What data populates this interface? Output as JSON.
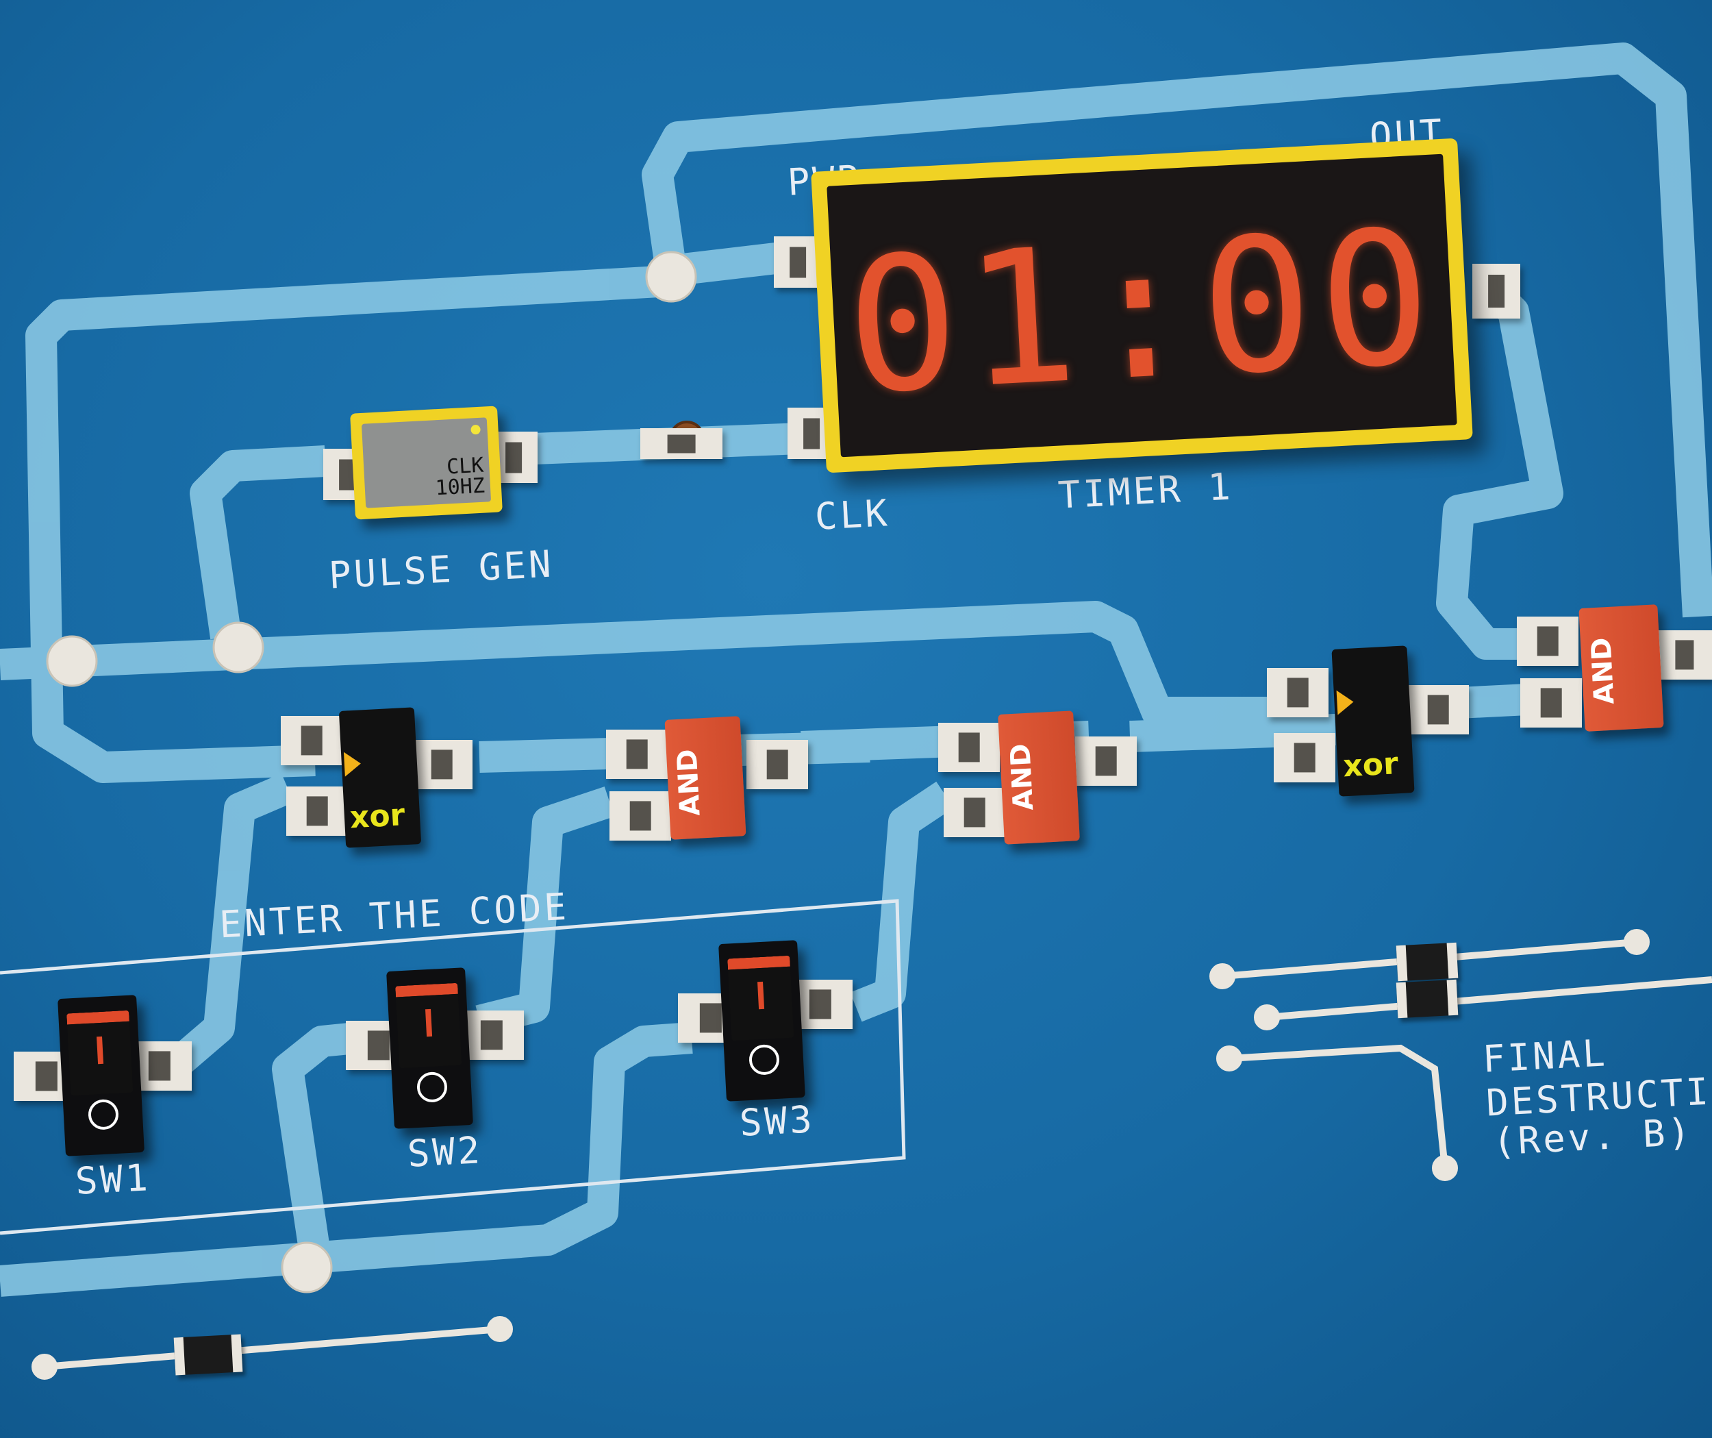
{
  "timer": {
    "display": "01:00",
    "label": "TIMER 1",
    "pwr_label": "PWR",
    "out_label": "OUT",
    "clk_label": "CLK"
  },
  "pulse_gen": {
    "label": "PULSE GEN",
    "chip_line1": "CLK",
    "chip_line2": "10HZ"
  },
  "code_panel": {
    "title": "ENTER THE CODE"
  },
  "switches": [
    {
      "label": "SW1",
      "state": "on"
    },
    {
      "label": "SW2",
      "state": "on"
    },
    {
      "label": "SW3",
      "state": "on"
    }
  ],
  "gates": [
    {
      "type": "XOR",
      "text": "xor"
    },
    {
      "type": "AND",
      "text": "AND"
    },
    {
      "type": "AND",
      "text": "AND"
    },
    {
      "type": "XOR",
      "text": "xor"
    },
    {
      "type": "AND",
      "text": "AND"
    }
  ],
  "board_title": {
    "line1": "FINAL",
    "line2": "DESTRUCTI",
    "line3": "(Rev. B)"
  },
  "colors": {
    "board": "#1a6fab",
    "trace": "#8ecbe6",
    "timer_frame": "#f0d224",
    "segment": "#e2522d",
    "and_chip": "#d9502f",
    "xor_text": "#e9e51c"
  }
}
